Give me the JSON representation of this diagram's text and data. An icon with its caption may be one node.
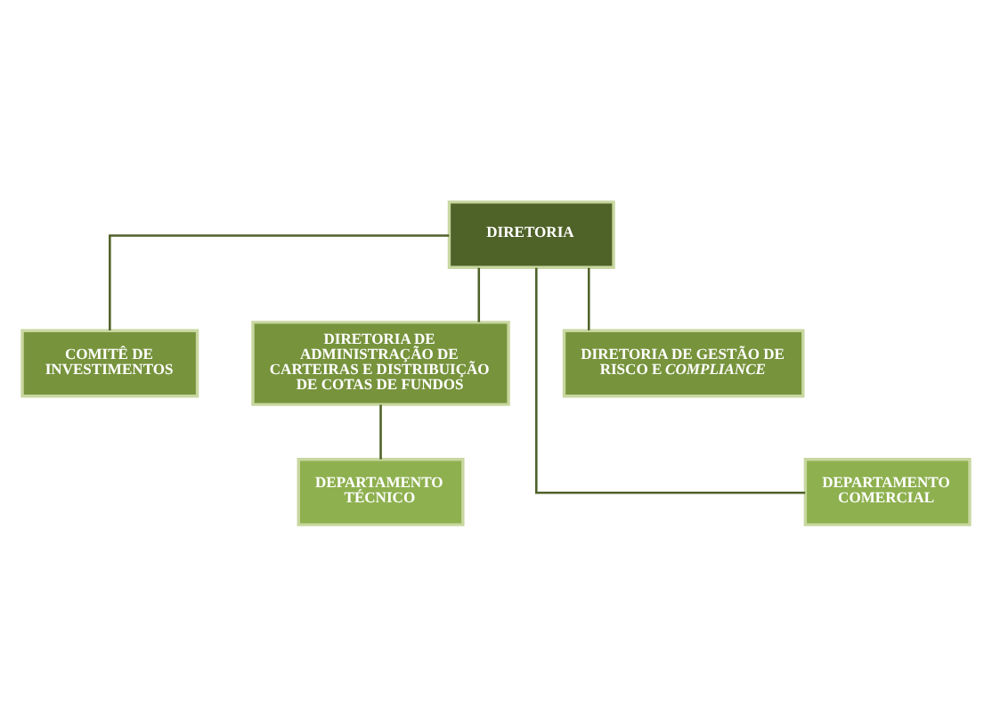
{
  "diagram": {
    "nodes": [
      {
        "text": [
          "DIRETORIA"
        ]
      },
      {
        "text": [
          "COMITÊ DE INVESTIMENTOS"
        ]
      },
      {
        "text": [
          "DIRETORIA DE ADMINISTRAÇÃO DE CARTEIRAS E DISTRIBUIÇÃO DE COTAS DE FUNDOS"
        ]
      },
      {
        "text": [
          "DIRETORIA DE GESTÃO DE RISCO E *COMPLIANCE*"
        ]
      },
      {
        "text": [
          "DEPARTAMENTO TÉCNICO"
        ]
      },
      {
        "text": [
          "DEPARTAMENTO COMERCIAL"
        ]
      }
    ],
    "edges": [
      {
        "from": 0,
        "to": 1,
        "arrow": "none"
      },
      {
        "from": 0,
        "to": 2,
        "arrow": "none"
      },
      {
        "from": 0,
        "to": 3,
        "arrow": "none"
      },
      {
        "from": 0,
        "to": 5,
        "arrow": "none"
      },
      {
        "from": 2,
        "to": 4,
        "arrow": "none"
      }
    ]
  }
}
